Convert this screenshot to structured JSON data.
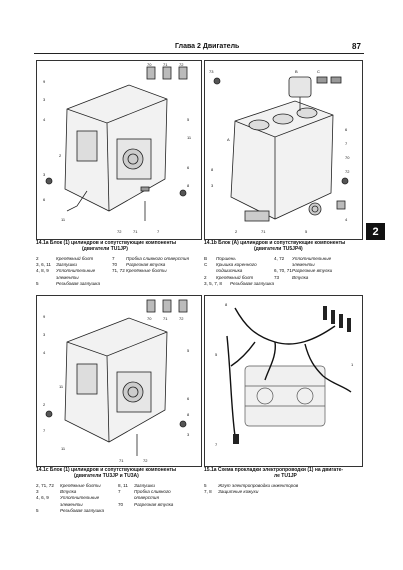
{
  "header": {
    "chapter_title": "Глава 2 Двигатель",
    "page_number": "87"
  },
  "chapter_tab": "2",
  "fig_a": {
    "caption": [
      "14.1a Блок (1) цилиндров и сопутствующие компоненты",
      "(двигатели TU1JP)"
    ],
    "legend_left": [
      {
        "n": "2",
        "t": "Крепёжный болт"
      },
      {
        "n": "3, 6, 11",
        "t": "Заглушки"
      },
      {
        "n": "4, 8, 9",
        "t": "Уплотнительные"
      },
      {
        "n": "",
        "t": "элементы"
      },
      {
        "n": "5",
        "t": "Резьбовая заглушка"
      }
    ],
    "legend_right": [
      {
        "n": "7",
        "t": "Пробка сливного отверстия"
      },
      {
        "n": "70",
        "t": "Разрезная втулка"
      },
      {
        "n": "71, 72",
        "t": "Крепёжные болты"
      }
    ],
    "callouts": [
      "70",
      "71",
      "72",
      "9",
      "3",
      "4",
      "5",
      "11",
      "2",
      "3",
      "6",
      "8",
      "6",
      "11",
      "72",
      "71",
      "7"
    ]
  },
  "fig_b": {
    "caption": [
      "14.1b Блок (A) цилиндров и сопутствующие компоненты",
      "(двигатели TU5JP4)"
    ],
    "legend_left": [
      {
        "n": "B",
        "t": "Поршень"
      },
      {
        "n": "C",
        "t": "Крышка коренного"
      },
      {
        "n": "",
        "t": "подшипника"
      },
      {
        "n": "2",
        "t": "Крепёжный болт"
      },
      {
        "n": "3, 5, 7, 8",
        "t": "Резьбовая заглушка"
      }
    ],
    "legend_right": [
      {
        "n": "4, 72",
        "t": "Уплотнительные"
      },
      {
        "n": "",
        "t": "элементы"
      },
      {
        "n": "6, 70, 71",
        "t": "Разрезные втулки"
      },
      {
        "n": "73",
        "t": "Втулка"
      }
    ],
    "callouts": [
      "73",
      "B",
      "C",
      "A",
      "6",
      "7",
      "70",
      "72",
      "8",
      "3",
      "2",
      "71",
      "5",
      "4"
    ]
  },
  "fig_c": {
    "caption": [
      "14.1c Блок (1) цилиндров и сопутствующие компоненты",
      "(двигатели TU3JP и TU3A)"
    ],
    "legend_left": [
      {
        "n": "2, 71, 72",
        "t": "Крепёжные болты"
      },
      {
        "n": "3",
        "t": "Втулка"
      },
      {
        "n": "4, 6, 9",
        "t": "Уплотнительные"
      },
      {
        "n": "",
        "t": "элементы"
      },
      {
        "n": "5",
        "t": "Резьбовая заглушка"
      }
    ],
    "legend_right": [
      {
        "n": "8, 11",
        "t": "Заглушки"
      },
      {
        "n": "7",
        "t": "Пробка сливного"
      },
      {
        "n": "",
        "t": "отверстия"
      },
      {
        "n": "70",
        "t": "Разрезная втулка"
      }
    ],
    "callouts": [
      "70",
      "71",
      "72",
      "9",
      "3",
      "4",
      "5",
      "11",
      "2",
      "6",
      "8",
      "7",
      "11",
      "3",
      "71",
      "72"
    ]
  },
  "fig_d": {
    "caption": [
      "15.1a Схема прокладки электропроводки (1) на двигате-",
      "ле TU1JP"
    ],
    "legend_left": [
      {
        "n": "5",
        "t": "Жгут электропроводки инжекторов"
      },
      {
        "n": "7, 8",
        "t": "Защитные кожухи"
      }
    ],
    "callouts": [
      "8",
      "1",
      "5",
      "7"
    ]
  }
}
